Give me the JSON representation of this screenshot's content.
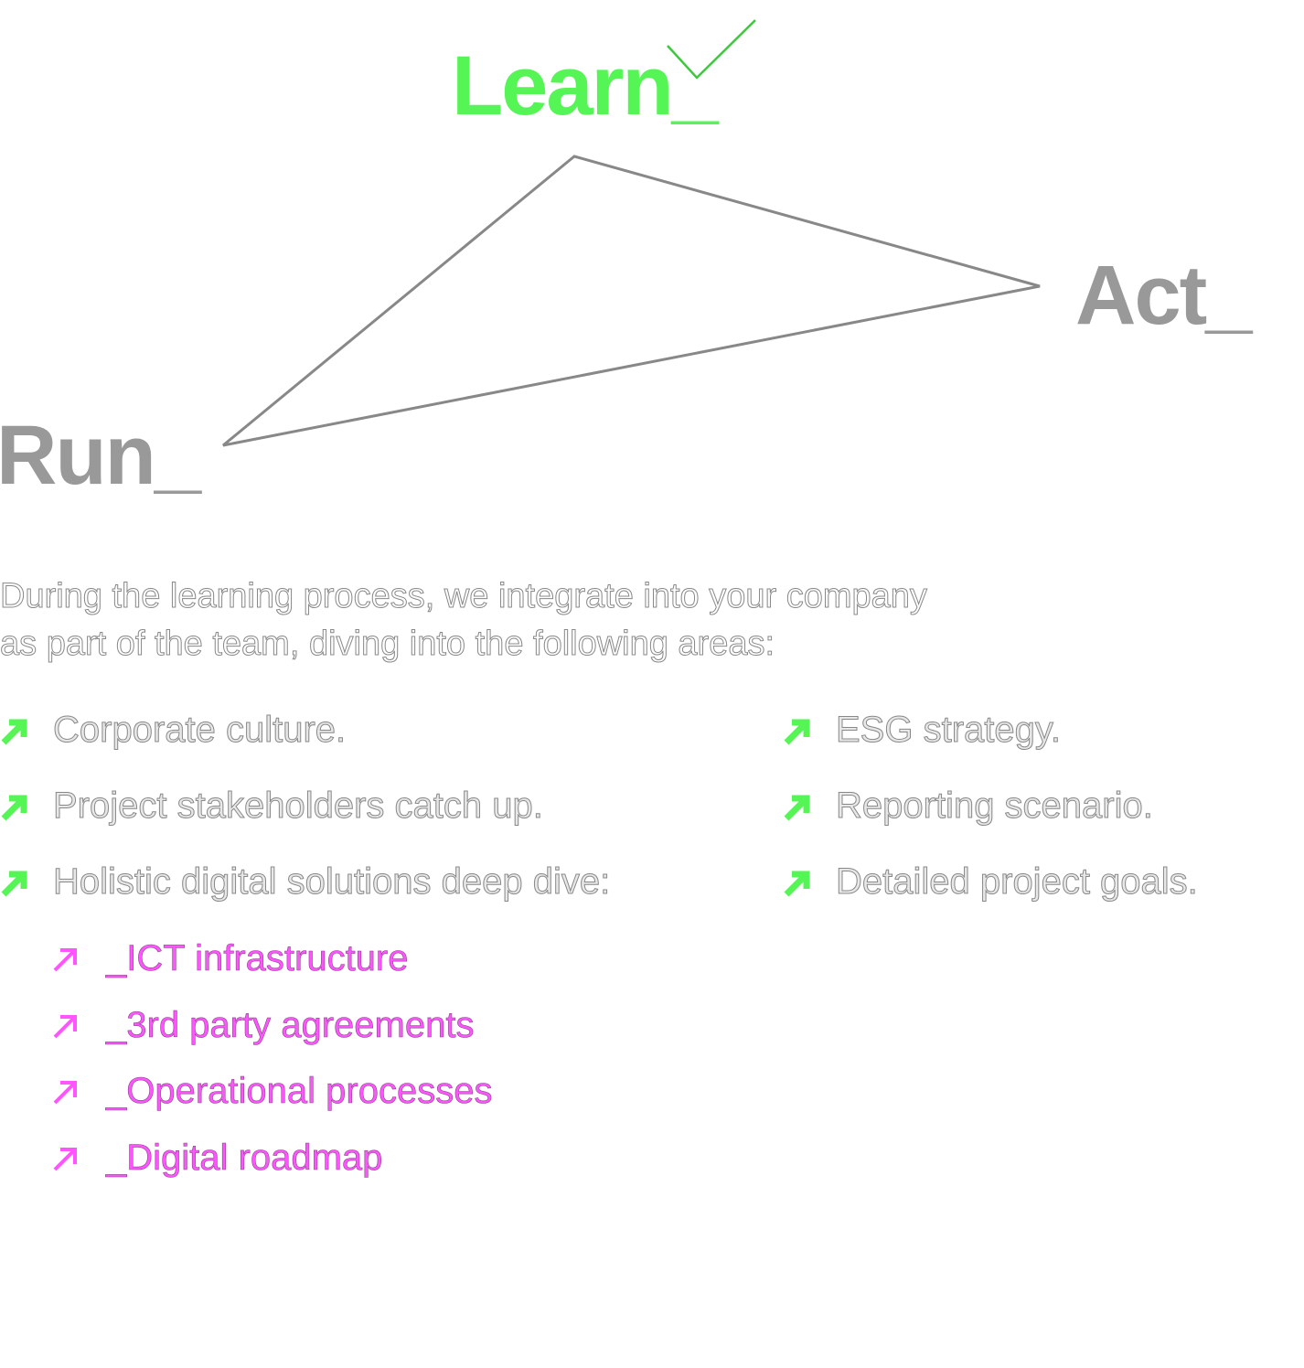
{
  "diagram": {
    "learn": "Learn_",
    "act": "Act_",
    "run": "Run_"
  },
  "intro": {
    "line1": "During the learning process, we integrate into your company",
    "line2": "as part of the team, diving into the following areas:"
  },
  "left_items": [
    "Corporate culture.",
    "Project stakeholders catch up.",
    "Holistic digital solutions deep dive:"
  ],
  "right_items": [
    "ESG strategy.",
    "Reporting scenario.",
    "Detailed project goals."
  ],
  "sub_items": [
    "_ICT infrastructure",
    "_3rd party agreements",
    "_Operational processes",
    "_Digital roadmap"
  ],
  "colors": {
    "green": "#55f555",
    "magenta": "#ff55ff",
    "gray": "#999999"
  }
}
